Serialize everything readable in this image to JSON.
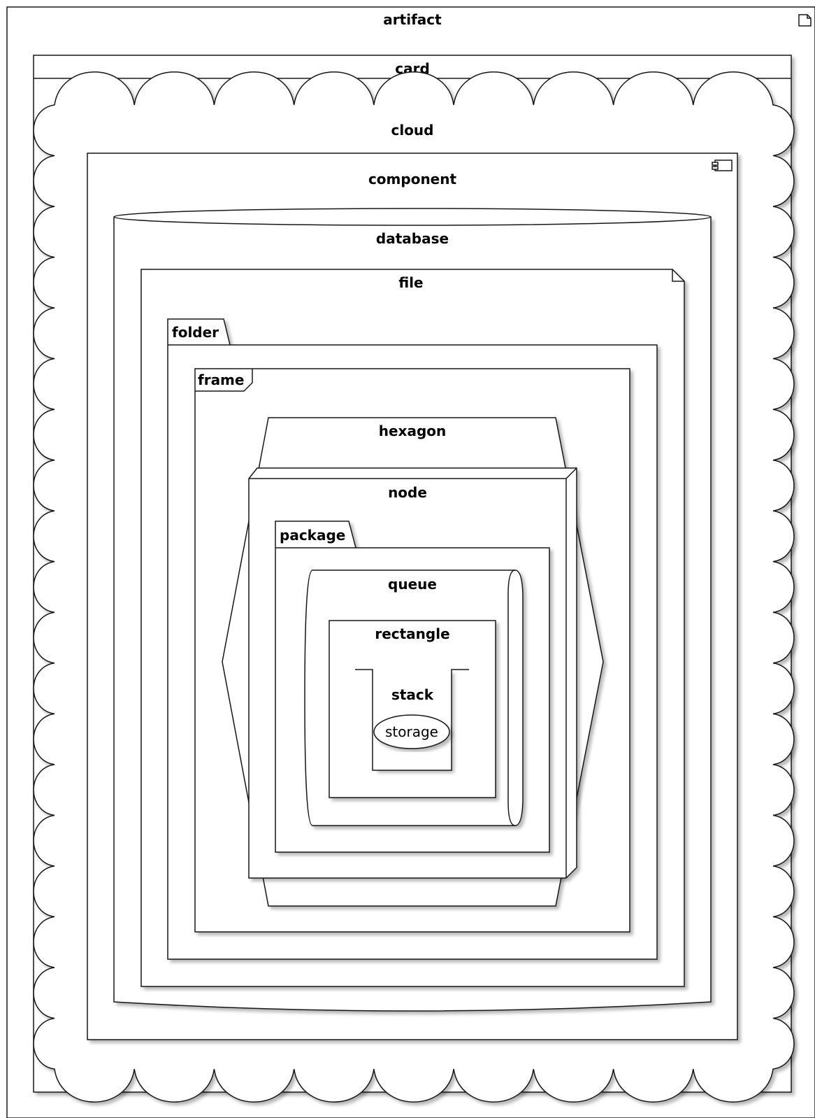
{
  "colors": {
    "stroke": "#181818",
    "shadow": "#c8c8c8",
    "fill": "#ffffff"
  },
  "nodes": {
    "artifact": "artifact",
    "card": "card",
    "cloud": "cloud",
    "component": "component",
    "database": "database",
    "file": "file",
    "folder": "folder",
    "frame": "frame",
    "hexagon": "hexagon",
    "node": "node",
    "package": "package",
    "queue": "queue",
    "rectangle": "rectangle",
    "stack": "stack",
    "storage": "storage"
  },
  "icons": {
    "artifact": "document-icon",
    "component": "component-icon"
  }
}
